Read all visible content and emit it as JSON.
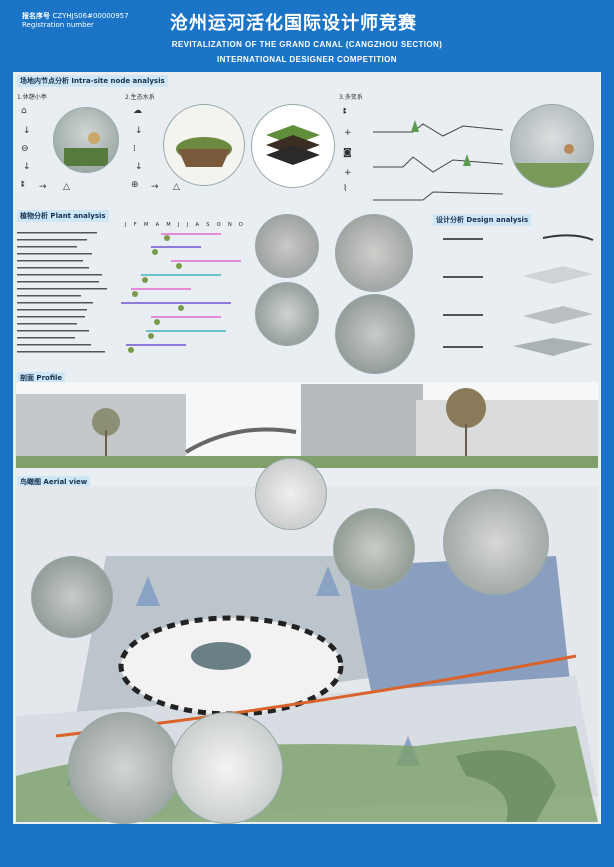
{
  "header": {
    "reg_cn": "报名序号",
    "reg_code": "CZYHJS06#00000957",
    "reg_en": "Registration number",
    "title_cn": "沧州运河活化国际设计师竞赛",
    "title_en_1": "REVITALIZATION OF THE GRAND CANAL (CANGZHOU SECTION)",
    "title_en_2": "INTERNATIONAL DESIGNER COMPETITION"
  },
  "sections": {
    "node": "场地内节点分析 Intra-site node analysis",
    "node_1": "1.休憩小亭",
    "node_2": "2.生态水系",
    "node_3": "3.多变系",
    "plant": "植物分析 Plant analysis",
    "design": "设计分析 Design analysis",
    "profile": "剖面 Profile",
    "aerial": "鸟瞰图 Aerial view"
  },
  "months": [
    "J",
    "F",
    "M",
    "A",
    "M",
    "J",
    "J",
    "A",
    "S",
    "O",
    "N",
    "D"
  ],
  "colors": {
    "brand_blue": "#1b74c6",
    "panel": "#e9eef3",
    "bar_pink": "#e58ad6",
    "bar_purple": "#8e7ad8",
    "bar_teal": "#6fc2c8"
  }
}
